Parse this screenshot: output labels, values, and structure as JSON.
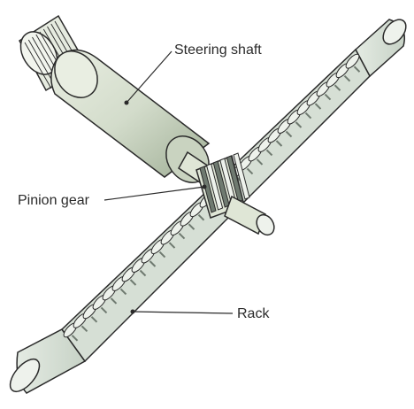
{
  "labels": {
    "steering_shaft": "Steering shaft",
    "pinion_gear": "Pinion gear",
    "rack": "Rack"
  },
  "colors": {
    "line": "#2a2a2a",
    "background": "#ffffff",
    "shaft_fill": "#dfe6d6",
    "shaft_shade": "#b8c4ad",
    "rack_fill": "#d9e2da",
    "tooth_light": "#eef2ec",
    "tooth_dark": "#6f7a70"
  }
}
